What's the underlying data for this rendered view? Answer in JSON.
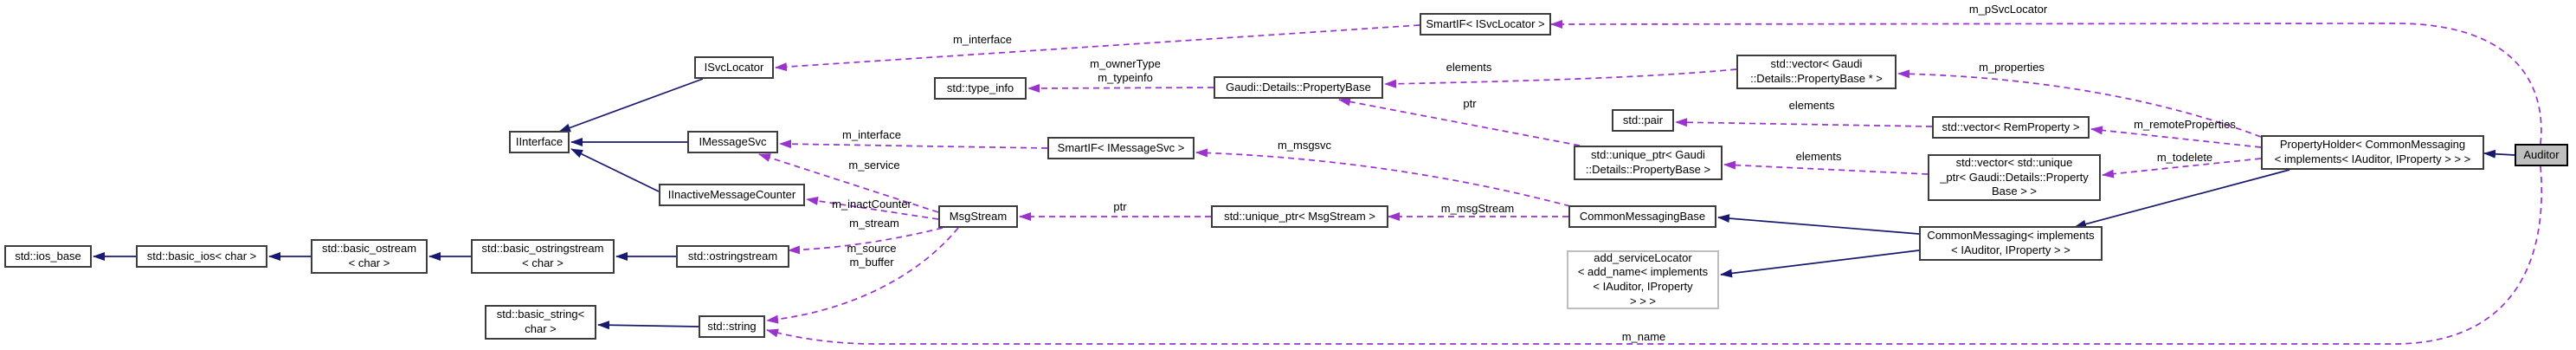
{
  "diagram": {
    "kind": "doxygen-collaboration-graph",
    "highlighted_node": "Auditor",
    "colors": {
      "inheritance_edge": "#191970",
      "usage_edge": "#9a32cd",
      "node_border": "#3d3d3d",
      "template_node_border": "#bebebe",
      "highlight_fill": "#bfbfbf",
      "background": "#ffffff"
    }
  },
  "nodes": [
    {
      "id": "ios-base",
      "label": "std::ios_base"
    },
    {
      "id": "basic-ios",
      "label": "std::basic_ios< char >"
    },
    {
      "id": "basic-ostream",
      "label": "std::basic_ostream\n< char >"
    },
    {
      "id": "basic-ostringstream",
      "label": "std::basic_ostringstream\n< char >"
    },
    {
      "id": "ostringstream",
      "label": "std::ostringstream"
    },
    {
      "id": "basic-string",
      "label": "std::basic_string<\nchar >"
    },
    {
      "id": "string",
      "label": "std::string"
    },
    {
      "id": "iinterface",
      "label": "IInterface"
    },
    {
      "id": "imessagesvc",
      "label": "IMessageSvc"
    },
    {
      "id": "iinactivemessagecounter",
      "label": "IInactiveMessageCounter"
    },
    {
      "id": "msgstream",
      "label": "MsgStream"
    },
    {
      "id": "isvclocator",
      "label": "ISvcLocator"
    },
    {
      "id": "type-info",
      "label": "std::type_info"
    },
    {
      "id": "smartif-imessagesvc",
      "label": "SmartIF< IMessageSvc >"
    },
    {
      "id": "propertybase",
      "label": "Gaudi::Details::PropertyBase"
    },
    {
      "id": "smartif-isvclocator",
      "label": "SmartIF< ISvcLocator >"
    },
    {
      "id": "vector-propertybase",
      "label": "std::vector< Gaudi\n::Details::PropertyBase * >"
    },
    {
      "id": "pair",
      "label": "std::pair"
    },
    {
      "id": "vector-remproperty",
      "label": "std::vector< RemProperty >"
    },
    {
      "id": "unique-ptr-propertybase",
      "label": "std::unique_ptr< Gaudi\n::Details::PropertyBase >"
    },
    {
      "id": "vector-unique-ptr",
      "label": "std::vector< std::unique\n_ptr< Gaudi::Details::Property\nBase > >"
    },
    {
      "id": "unique-ptr-msgstream",
      "label": "std::unique_ptr< MsgStream >"
    },
    {
      "id": "commonmessagingbase",
      "label": "CommonMessagingBase"
    },
    {
      "id": "add-servicelocator",
      "label": "add_serviceLocator\n< add_name< implements\n< IAuditor, IProperty\n> > >"
    },
    {
      "id": "commonmessaging",
      "label": "CommonMessaging< implements\n< IAuditor, IProperty > >"
    },
    {
      "id": "propertyholder",
      "label": "PropertyHolder< CommonMessaging\n< implements< IAuditor, IProperty > > >"
    },
    {
      "id": "auditor",
      "label": "Auditor"
    }
  ],
  "edges": [
    {
      "from": "std::basic_ios< char >",
      "to": "std::ios_base",
      "type": "inheritance"
    },
    {
      "from": "std::basic_ostream< char >",
      "to": "std::basic_ios< char >",
      "type": "inheritance"
    },
    {
      "from": "std::basic_ostringstream< char >",
      "to": "std::basic_ostream< char >",
      "type": "inheritance"
    },
    {
      "from": "std::ostringstream",
      "to": "std::basic_ostringstream< char >",
      "type": "inheritance"
    },
    {
      "from": "std::string",
      "to": "std::basic_string< char >",
      "type": "inheritance"
    },
    {
      "from": "IMessageSvc",
      "to": "IInterface",
      "type": "inheritance"
    },
    {
      "from": "IInactiveMessageCounter",
      "to": "IInterface",
      "type": "inheritance"
    },
    {
      "from": "ISvcLocator",
      "to": "IInterface",
      "type": "inheritance"
    },
    {
      "from": "CommonMessaging< implements< IAuditor, IProperty > >",
      "to": "CommonMessagingBase",
      "type": "inheritance"
    },
    {
      "from": "CommonMessaging< implements< IAuditor, IProperty > >",
      "to": "add_serviceLocator< add_name< implements< IAuditor, IProperty > > >",
      "type": "inheritance"
    },
    {
      "from": "PropertyHolder< CommonMessaging< implements< IAuditor, IProperty > > >",
      "to": "CommonMessaging< implements< IAuditor, IProperty > >",
      "type": "inheritance"
    },
    {
      "from": "Auditor",
      "to": "PropertyHolder< CommonMessaging< implements< IAuditor, IProperty > > >",
      "type": "inheritance"
    },
    {
      "from": "SmartIF< ISvcLocator >",
      "to": "ISvcLocator",
      "type": "usage",
      "label": "m_interface"
    },
    {
      "from": "Gaudi::Details::PropertyBase",
      "to": "std::type_info",
      "type": "usage",
      "label": "m_ownerType\nm_typeinfo"
    },
    {
      "from": "std::vector< Gaudi::Details::PropertyBase * >",
      "to": "Gaudi::Details::PropertyBase",
      "type": "usage",
      "label": "elements"
    },
    {
      "from": "std::unique_ptr< Gaudi::Details::PropertyBase >",
      "to": "Gaudi::Details::PropertyBase",
      "type": "usage",
      "label": "ptr"
    },
    {
      "from": "SmartIF< IMessageSvc >",
      "to": "IMessageSvc",
      "type": "usage",
      "label": "m_interface"
    },
    {
      "from": "CommonMessagingBase",
      "to": "SmartIF< IMessageSvc >",
      "type": "usage",
      "label": "m_msgsvc"
    },
    {
      "from": "MsgStream",
      "to": "IMessageSvc",
      "type": "usage",
      "label": "m_service"
    },
    {
      "from": "MsgStream",
      "to": "IInactiveMessageCounter",
      "type": "usage",
      "label": "m_inactCounter"
    },
    {
      "from": "MsgStream",
      "to": "std::ostringstream",
      "type": "usage",
      "label": "m_stream"
    },
    {
      "from": "MsgStream",
      "to": "std::string",
      "type": "usage",
      "label": "m_source\nm_buffer"
    },
    {
      "from": "std::unique_ptr< MsgStream >",
      "to": "MsgStream",
      "type": "usage",
      "label": "ptr"
    },
    {
      "from": "CommonMessagingBase",
      "to": "std::unique_ptr< MsgStream >",
      "type": "usage",
      "label": "m_msgStream"
    },
    {
      "from": "Auditor",
      "to": "SmartIF< ISvcLocator >",
      "type": "usage",
      "label": "m_pSvcLocator"
    },
    {
      "from": "PropertyHolder< CommonMessaging< implements< IAuditor, IProperty > > >",
      "to": "std::vector< Gaudi::Details::PropertyBase * >",
      "type": "usage",
      "label": "m_properties"
    },
    {
      "from": "std::vector< RemProperty >",
      "to": "std::pair",
      "type": "usage",
      "label": "elements"
    },
    {
      "from": "PropertyHolder< CommonMessaging< implements< IAuditor, IProperty > > >",
      "to": "std::vector< RemProperty >",
      "type": "usage",
      "label": "m_remoteProperties"
    },
    {
      "from": "std::vector< std::unique_ptr< Gaudi::Details::PropertyBase > >",
      "to": "std::unique_ptr< Gaudi::Details::PropertyBase >",
      "type": "usage",
      "label": "elements"
    },
    {
      "from": "PropertyHolder< CommonMessaging< implements< IAuditor, IProperty > > >",
      "to": "std::vector< std::unique_ptr< Gaudi::Details::PropertyBase > >",
      "type": "usage",
      "label": "m_todelete"
    },
    {
      "from": "Auditor",
      "to": "std::string",
      "type": "usage",
      "label": "m_name"
    }
  ]
}
